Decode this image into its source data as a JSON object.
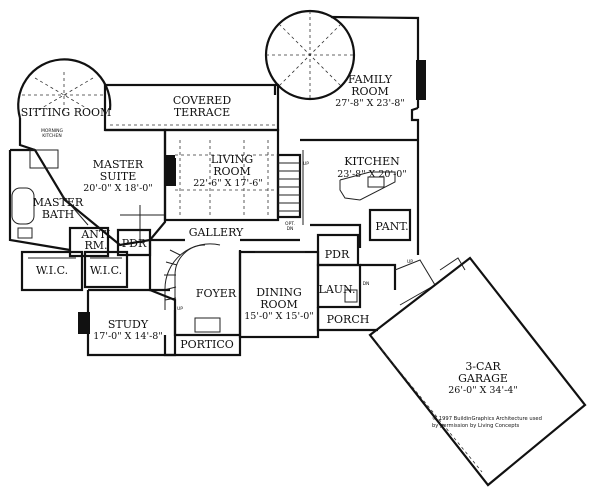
{
  "rooms": {
    "sitting": {
      "name": "SITTING ROOM"
    },
    "morning_kitchen": {
      "name1": "MORNING",
      "name2": "KITCHEN"
    },
    "covered_terrace": {
      "name1": "COVERED",
      "name2": "TERRACE"
    },
    "family": {
      "name1": "FAMILY",
      "name2": "ROOM",
      "dims": "27'-8\" X 23'-8\""
    },
    "master_suite": {
      "name1": "MASTER",
      "name2": "SUITE",
      "dims": "20'-0\" X 18'-0\""
    },
    "living": {
      "name1": "LIVING",
      "name2": "ROOM",
      "dims": "22'-6\" X 17'-6\""
    },
    "kitchen": {
      "name": "KITCHEN",
      "dims": "23'-8\" X 20'-0\""
    },
    "master_bath": {
      "name1": "MASTER",
      "name2": "BATH"
    },
    "anti_rm": {
      "name1": "ANTI",
      "name2": "RM."
    },
    "pdr_left": {
      "name": "PDR"
    },
    "gallery": {
      "name": "GALLERY"
    },
    "pant": {
      "name": "PANT."
    },
    "pdr_right": {
      "name": "PDR"
    },
    "wic_left": {
      "name": "W.I.C."
    },
    "wic_right": {
      "name": "W.I.C."
    },
    "foyer": {
      "name": "FOYER"
    },
    "dining": {
      "name1": "DINING",
      "name2": "ROOM",
      "dims": "15'-0\" X 15'-0\""
    },
    "laun": {
      "name": "LAUN."
    },
    "study": {
      "name": "STUDY",
      "dims": "17'-0\" X 14'-8\""
    },
    "porch": {
      "name": "PORCH"
    },
    "portico": {
      "name": "PORTICO"
    },
    "garage": {
      "name1": "3-CAR",
      "name2": "GARAGE",
      "dims": "26'-0\" X 34'-4\""
    }
  },
  "notes": {
    "up_stair": "UP",
    "up_garage": "UP",
    "up_foyer": "UP",
    "opt_dn1": "OPT.",
    "opt_dn2": "DN",
    "dn": "DN"
  },
  "copyright": {
    "line1": "© 1997 BuildinGraphics Architecture used",
    "line2": "by permission by Living Concepts"
  }
}
